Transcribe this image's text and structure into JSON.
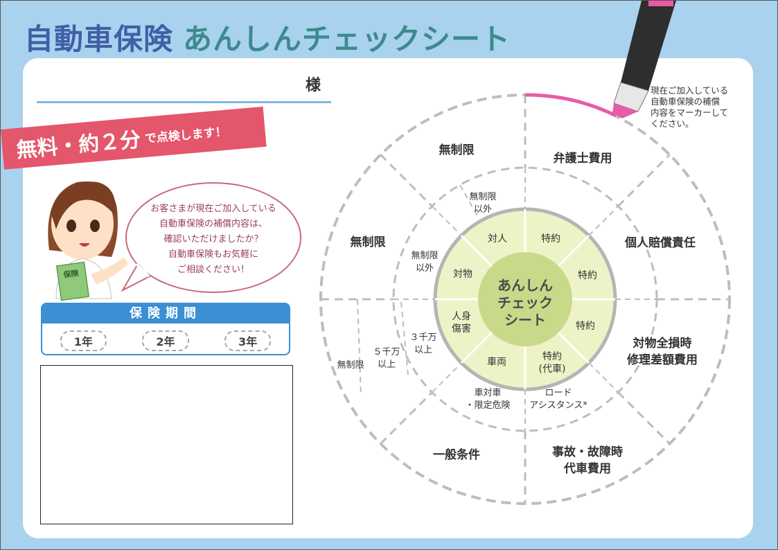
{
  "title": {
    "part1": "自動車保険",
    "part2": "あんしんチェックシート"
  },
  "sama": "様",
  "ribbon": {
    "big": "無料・約２分",
    "small": "で点検します！"
  },
  "bubble_lines": [
    "お客さまが現在ご加入している",
    "自動車保険の補償内容は、",
    "確認いただけましたか？",
    "自動車保険もお気軽に",
    "ご相談ください！"
  ],
  "book_label": "保険",
  "period": {
    "title": "保険期間",
    "options": [
      "1年",
      "2年",
      "3年"
    ]
  },
  "note_lines": [
    "現在ご加入している",
    "自動車保険の補償",
    "内容をマーカーして",
    "ください。"
  ],
  "center": {
    "lines": [
      "あんしん",
      "チェック",
      "シート"
    ]
  },
  "inner_ring": {
    "taijin": "対人",
    "taibutsu": "対物",
    "jinshin": [
      "人身",
      "傷害"
    ],
    "sharyo": "車両",
    "tokuyaku": "特約",
    "tokuyaku_daisha": [
      "特約",
      "(代車)"
    ]
  },
  "middle_ring": {
    "mu_igai_1": [
      "無制限",
      "以外"
    ],
    "mu_igai_2": [
      "無制限",
      "以外"
    ],
    "sanzen": [
      "３千万",
      "以上"
    ],
    "gosen": [
      "５千万",
      "以上"
    ],
    "mugen": "無制限",
    "shataisha": [
      "車対車",
      "・限定危険"
    ],
    "road": [
      "ロード",
      "アシスタンス*"
    ]
  },
  "outer_ring": {
    "mu1": "無制限",
    "mu2": "無制限",
    "bengoshi": "弁護士費用",
    "kojin": "個人賠償責任",
    "taibutsu_zenson": [
      "対物全損時",
      "修理差額費用"
    ],
    "jiko": [
      "事故・故障時",
      "代車費用"
    ],
    "ippan": "一般条件"
  },
  "colors": {
    "background": "#a9d2ee",
    "title_blue": "#3f5fa6",
    "title_teal": "#3c8a8d",
    "ribbon": "#e4566b",
    "inner_green": "#eef3c7",
    "ring_gray": "#b5b5b5",
    "marker_pink": "#e85ba8",
    "period_blue": "#3b8fd2"
  }
}
